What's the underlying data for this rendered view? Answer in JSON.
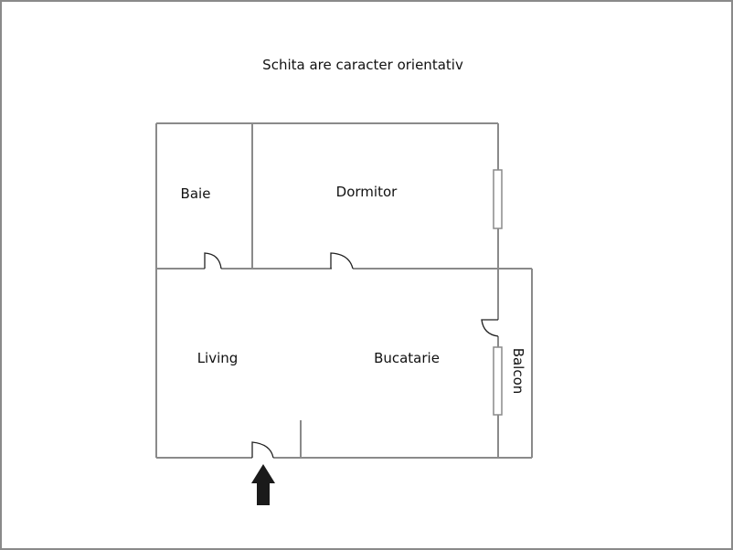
{
  "title": "Schita are caracter  orientativ",
  "rooms": {
    "baie": "Baie",
    "dormitor": "Dormitor",
    "living": "Living",
    "bucatarie": "Bucatarie",
    "balcon": "Balcon"
  },
  "icons": {
    "entrance": "entrance-arrow-icon"
  },
  "colors": {
    "wall": "#8a8a8a",
    "text": "#111111",
    "arrow": "#1a1a1a",
    "border": "#8a8a8a"
  }
}
